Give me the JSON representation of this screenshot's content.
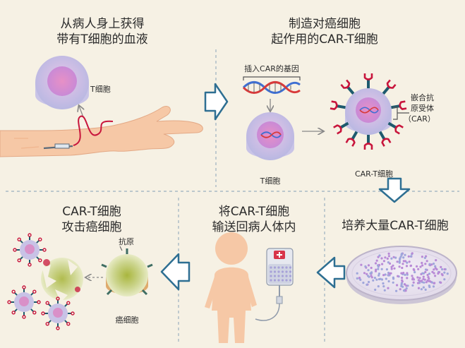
{
  "panels": {
    "step1": {
      "title_line1": "从病人身上获得",
      "title_line2": "带有T细胞的血液",
      "tcell_label": "T细胞"
    },
    "step2": {
      "title_line1": "制造对癌细胞",
      "title_line2": "起作用的CAR-T细胞",
      "gene_label": "插入CAR的基因",
      "tcell_label": "T细胞",
      "cart_label": "CAR-T细胞",
      "receptor_label_line1": "嵌合抗",
      "receptor_label_line2": "原受体",
      "receptor_label_line3": "（CAR）"
    },
    "step3": {
      "title": "培养大量CAR-T细胞"
    },
    "step4": {
      "title_line1": "将CAR-T细胞",
      "title_line2": "输送回病人体内"
    },
    "step5": {
      "title_line1": "CAR-T细胞",
      "title_line2": "攻击癌细胞",
      "antigen_label": "抗原",
      "cancer_label": "癌细胞"
    }
  },
  "colors": {
    "background": "#f6f1e4",
    "arrow": "#2e6f92",
    "divider": "#a8b9c4",
    "skin": "#f6c8a6",
    "cell_pink": "#d7a4d8",
    "receptor_red": "#c8153c",
    "cancer_green": "#c6cf86"
  }
}
